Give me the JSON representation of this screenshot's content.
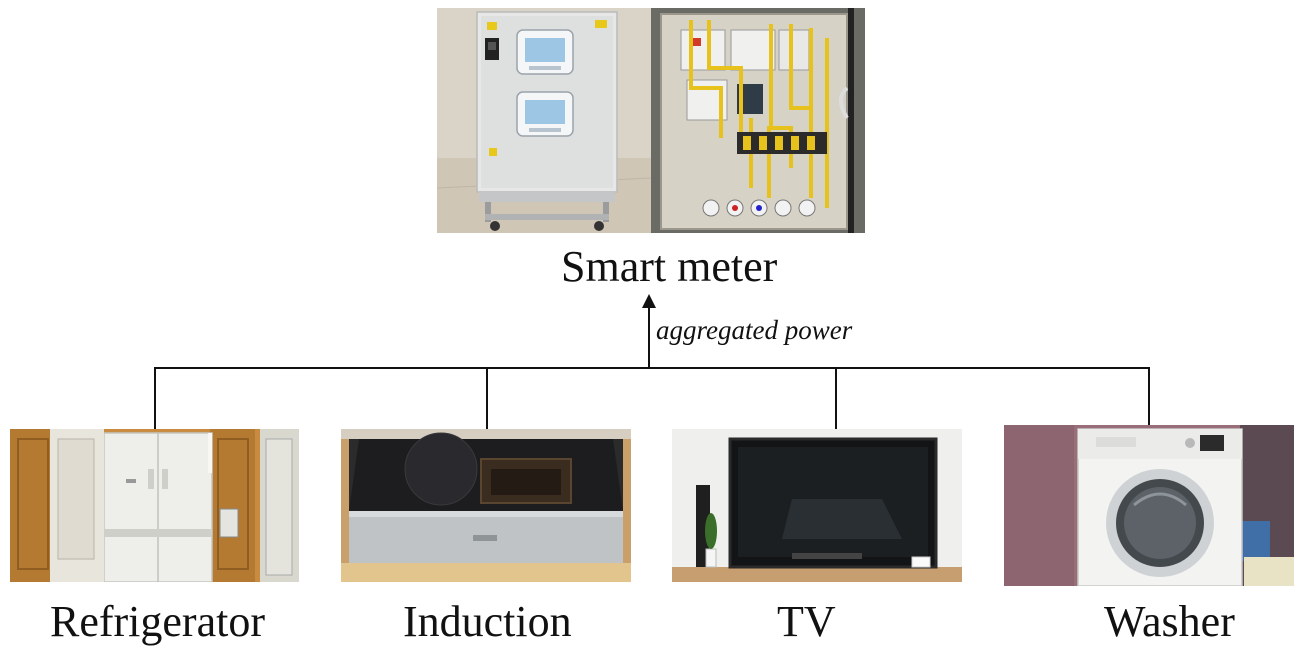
{
  "top_node": {
    "label": "Smart meter"
  },
  "edge_label": "aggregated power",
  "appliances": [
    {
      "label": "Refrigerator"
    },
    {
      "label": "Induction"
    },
    {
      "label": "TV"
    },
    {
      "label": "Washer"
    }
  ]
}
